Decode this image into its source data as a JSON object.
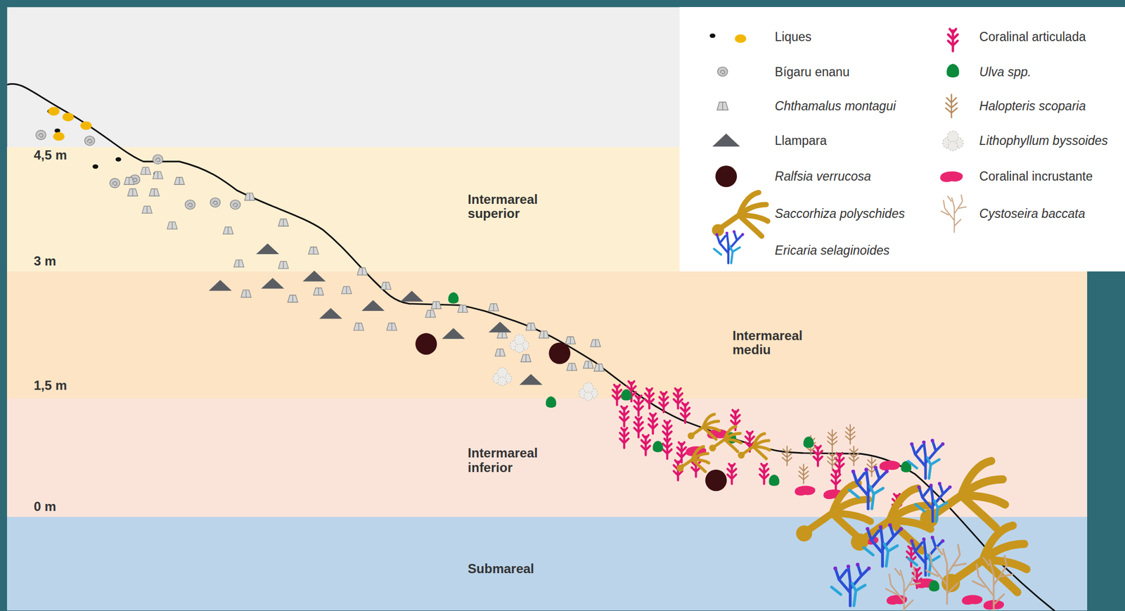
{
  "diagram": {
    "nodes": [
      {
        "text": [
          "Intermareal superior"
        ]
      },
      {
        "text": [
          "Intermareal mediu"
        ]
      },
      {
        "text": [
          "Intermareal inferior"
        ]
      },
      {
        "text": [
          "Submareal"
        ]
      }
    ],
    "labels": [
      "4,5 m",
      "3 m",
      "1,5 m",
      "0 m"
    ],
    "legend": [
      {
        "text": "Liques"
      },
      {
        "text": "Bígaru enanu"
      },
      {
        "text": "Chthamalus montagui"
      },
      {
        "text": "Llampara"
      },
      {
        "text": "Ralfsia verrucosa"
      },
      {
        "text": "Saccorhiza polyschides"
      },
      {
        "text": "Ericaria selaginoides"
      },
      {
        "text": "Coralinal articulada"
      },
      {
        "text": "Ulva spp."
      },
      {
        "text": "Halopteris scoparia"
      },
      {
        "text": "Lithophyllum byssoides"
      },
      {
        "text": "Coralinal incrustante"
      },
      {
        "text": "Cystoseira baccata"
      }
    ]
  }
}
